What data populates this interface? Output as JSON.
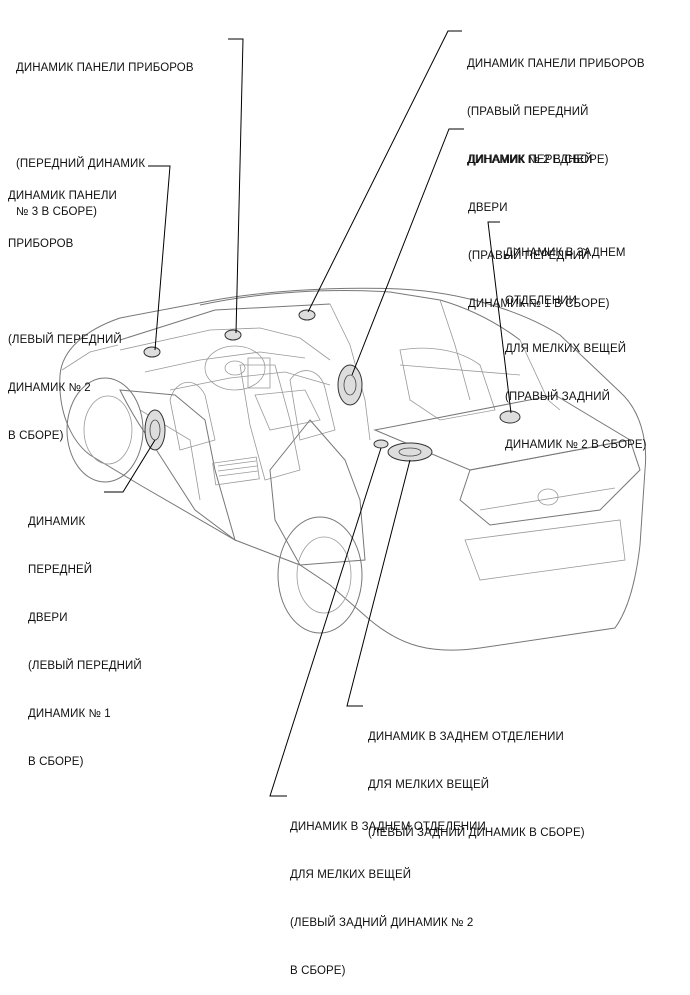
{
  "labels": {
    "ip_front3": {
      "l1": "ДИНАМИК ПАНЕЛИ ПРИБОРОВ",
      "l2": "",
      "l3": "(ПЕРЕДНИЙ ДИНАМИК",
      "l4": "№ 3 В СБОРЕ)"
    },
    "ip_left2": {
      "l1": "ДИНАМИК ПАНЕЛИ",
      "l2": "ПРИБОРОВ",
      "l3": "",
      "l4": "(ЛЕВЫЙ ПЕРЕДНИЙ",
      "l5": "ДИНАМИК № 2",
      "l6": "В СБОРЕ)"
    },
    "ip_right2": {
      "l1": "ДИНАМИК ПАНЕЛИ ПРИБОРОВ",
      "l2": "(ПРАВЫЙ ПЕРЕДНИЙ",
      "l3": "ДИНАМИК № 2 В СБОРЕ)"
    },
    "door_right1": {
      "l1": "ДИНАМИК ПЕРЕДНЕЙ",
      "l2": "ДВЕРИ",
      "l3": "(ПРАВЫЙ ПЕРЕДНИЙ",
      "l4": "ДИНАМИК № 1 В СБОРЕ)"
    },
    "rear_right2": {
      "l1": "ДИНАМИК В ЗАДНЕМ",
      "l2": "ОТДЕЛЕНИИ",
      "l3": "ДЛЯ МЕЛКИХ ВЕЩЕЙ",
      "l4": "(ПРАВЫЙ ЗАДНИЙ",
      "l5": "ДИНАМИК № 2 В СБОРЕ)"
    },
    "door_left1": {
      "l1": "ДИНАМИК",
      "l2": "ПЕРЕДНЕЙ",
      "l3": "ДВЕРИ",
      "l4": "(ЛЕВЫЙ ПЕРЕДНИЙ",
      "l5": "ДИНАМИК № 1",
      "l6": "В СБОРЕ)"
    },
    "rear_left": {
      "l1": "ДИНАМИК В ЗАДНЕМ ОТДЕЛЕНИИ",
      "l2": "ДЛЯ МЕЛКИХ ВЕЩЕЙ",
      "l3": "(ЛЕВЫЙ ЗАДНИЙ ДИНАМИК В СБОРЕ)"
    },
    "rear_left2": {
      "l1": "ДИНАМИК В ЗАДНЕМ ОТДЕЛЕНИИ",
      "l2": "ДЛЯ МЕЛКИХ ВЕЩЕЙ",
      "l3": "(ЛЕВЫЙ ЗАДНИЙ ДИНАМИК № 2",
      "l4": "В СБОРЕ)"
    }
  },
  "colors": {
    "line": "#000000",
    "car_outline": "#777777",
    "background": "#ffffff"
  }
}
